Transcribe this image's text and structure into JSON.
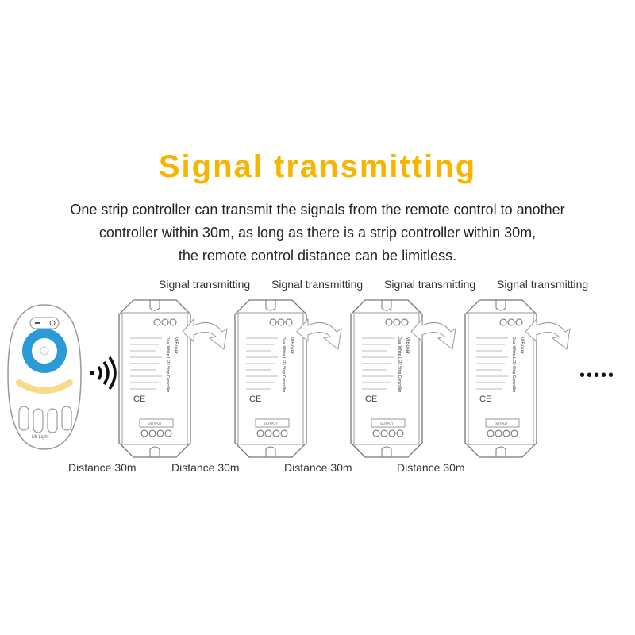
{
  "title": "Signal transmitting",
  "description": [
    "One strip controller can transmit the signals from the remote control to another",
    "controller within 30m, as long as there is a strip controller within 30m,",
    "the remote control distance can be limitless."
  ],
  "signal_labels": [
    "Signal transmitting",
    "Signal transmitting",
    "Signal transmitting",
    "Signal transmitting"
  ],
  "distance_labels": [
    "Distance 30m",
    "Distance 30m",
    "Distance 30m",
    "Distance 30m"
  ],
  "remote": {
    "brand": "Mi-Light"
  },
  "controller": {
    "brand": "MiBoxer",
    "name": "Dual White LED Strip Controller",
    "output": "OUTPUT"
  },
  "ellipsis": "•••••",
  "colors": {
    "title": "#f7b500",
    "ring": "#2a9bd6",
    "warm": "#f5dc8a"
  }
}
